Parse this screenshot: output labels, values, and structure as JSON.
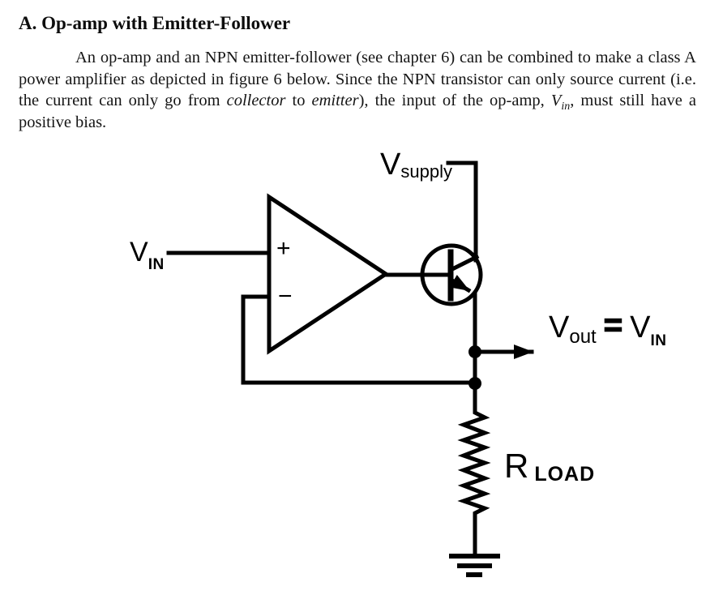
{
  "heading": "A. Op-amp with Emitter-Follower",
  "paragraph": {
    "lead": "An op-amp and an NPN emitter-follower (see chapter 6) can be combined to make a class A power amplifier as depicted in figure 6 below. Since the NPN transistor can only source current (i.e. the current can only go from ",
    "italic1": "collector",
    "mid": " to ",
    "italic2": "emitter",
    "after": "), the input of the op-amp, ",
    "vin_main": "V",
    "vin_sub": "in",
    "tail": ", must still have a positive bias."
  },
  "figure": {
    "v_supply": {
      "main": "V",
      "sub": "supply"
    },
    "v_in": {
      "main": "V",
      "sub": "IN"
    },
    "opamp_plus": "+",
    "opamp_minus": "−",
    "v_out": {
      "main": "V",
      "sub": "out",
      "equals": "=",
      "main2": "V",
      "sub2": "IN"
    },
    "r_load": {
      "main": "R",
      "sub": "LOAD"
    },
    "ink_color": "#000000",
    "background_color": "#ffffff"
  }
}
